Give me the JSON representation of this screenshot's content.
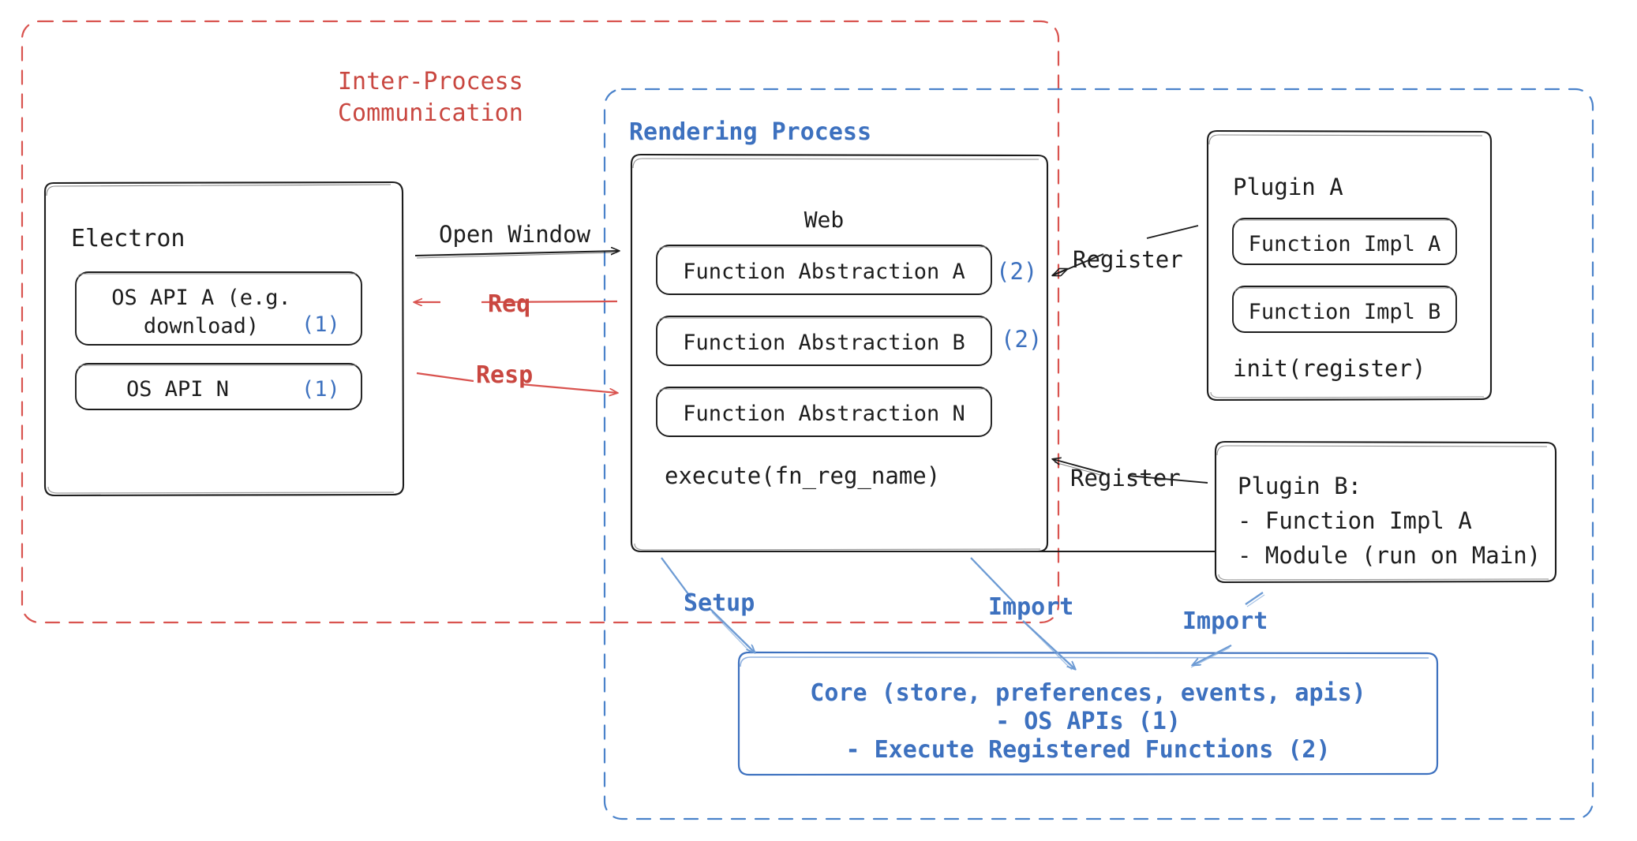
{
  "diagram": {
    "title_hidden": "Electron plugin architecture overview",
    "colors": {
      "red": "#c94740",
      "blue": "#3d71bf",
      "ink": "#1d1d1d",
      "background": "#ffffff"
    },
    "containers": {
      "ipc": {
        "label": "Inter-Process\nCommunication",
        "style": "dashed-red"
      },
      "rendering": {
        "label": "Rendering Process",
        "style": "dashed-blue"
      }
    },
    "electron": {
      "title": "Electron",
      "items": [
        {
          "text": "OS API A (e.g.\ndownload)",
          "badge": "(1)"
        },
        {
          "text": "OS API N",
          "badge": "(1)"
        }
      ]
    },
    "web": {
      "title": "Web",
      "items": [
        {
          "text": "Function Abstraction A",
          "badge": "(2)"
        },
        {
          "text": "Function Abstraction B",
          "badge": "(2)"
        },
        {
          "text": "Function Abstraction N",
          "badge": ""
        }
      ],
      "footer": "execute(fn_reg_name)"
    },
    "plugin_a": {
      "title": "Plugin A",
      "items": [
        {
          "text": "Function Impl A"
        },
        {
          "text": "Function Impl B"
        }
      ],
      "footer": "init(register)"
    },
    "plugin_b": {
      "lines": [
        "Plugin B:",
        "- Function Impl A",
        "- Module (run on Main)"
      ]
    },
    "core": {
      "lines": [
        "Core (store, preferences, events, apis)",
        "- OS APIs (1)",
        "- Execute Registered Functions (2)"
      ]
    },
    "edges": [
      {
        "label": "Open Window",
        "color": "#1d1d1d",
        "from": "electron",
        "to": "web"
      },
      {
        "label": "Req",
        "color": "#c94740",
        "from": "web",
        "to": "electron"
      },
      {
        "label": "Resp",
        "color": "#c94740",
        "from": "electron",
        "to": "web"
      },
      {
        "label": "Register",
        "color": "#1d1d1d",
        "from": "plugin-a",
        "to": "web"
      },
      {
        "label": "Register",
        "color": "#1d1d1d",
        "from": "plugin-b",
        "to": "web"
      },
      {
        "label": "Setup",
        "color": "#3d71bf",
        "from": "web",
        "to": "core"
      },
      {
        "label": "Import",
        "color": "#3d71bf",
        "from": "web",
        "to": "core"
      },
      {
        "label": "Import",
        "color": "#3d71bf",
        "from": "plugin-b",
        "to": "core"
      }
    ]
  }
}
